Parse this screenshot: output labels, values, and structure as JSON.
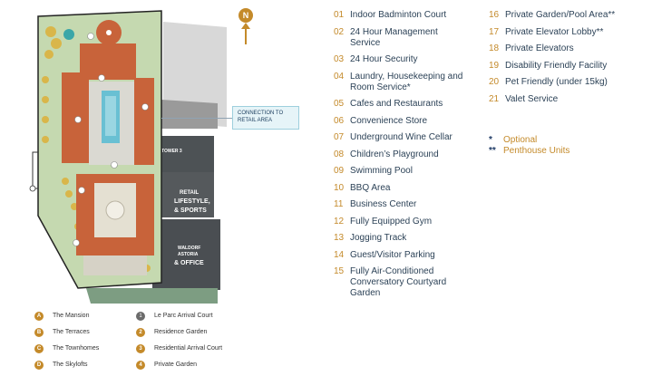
{
  "compass": {
    "label": "N"
  },
  "callout": {
    "line1": "CONNECTION TO",
    "line2": "RETAIL AREA"
  },
  "map_labels": {
    "tower3": "TOWER 3",
    "retail1": "RETAIL",
    "retail2": "LIFESTYLE,",
    "retail3": "& SPORTS",
    "waldorf1": "WALDORF",
    "waldorf2": "ASTORIA",
    "waldorf3": "& OFFICE"
  },
  "facilities_col1": [
    {
      "num": "01",
      "label": "Indoor Badminton Court"
    },
    {
      "num": "02",
      "label": "24 Hour Management Service"
    },
    {
      "num": "03",
      "label": "24 Hour Security"
    },
    {
      "num": "04",
      "label": "Laundry, Housekeeping and Room Service*"
    },
    {
      "num": "05",
      "label": "Cafes and Restaurants"
    },
    {
      "num": "06",
      "label": "Convenience Store"
    },
    {
      "num": "07",
      "label": "Underground Wine Cellar"
    },
    {
      "num": "08",
      "label": "Children’s Playground"
    },
    {
      "num": "09",
      "label": "Swimming Pool"
    },
    {
      "num": "10",
      "label": "BBQ Area"
    },
    {
      "num": "11",
      "label": "Business Center"
    },
    {
      "num": "12",
      "label": "Fully Equipped Gym"
    },
    {
      "num": "13",
      "label": "Jogging Track"
    },
    {
      "num": "14",
      "label": "Guest/Visitor Parking"
    },
    {
      "num": "15",
      "label": "Fully Air-Conditioned Conversatory Courtyard Garden"
    }
  ],
  "facilities_col2": [
    {
      "num": "16",
      "label": "Private Garden/Pool Area**"
    },
    {
      "num": "17",
      "label": "Private Elevator Lobby**"
    },
    {
      "num": "18",
      "label": "Private Elevators"
    },
    {
      "num": "19",
      "label": "Disability Friendly Facility"
    },
    {
      "num": "20",
      "label": "Pet Friendly (under 15kg)"
    },
    {
      "num": "21",
      "label": "Valet Service"
    }
  ],
  "notes": [
    {
      "star": "*",
      "label": "Optional"
    },
    {
      "star": "**",
      "label": "Penthouse Units"
    }
  ],
  "legend_buildings": [
    {
      "code": "A",
      "label": "The Mansion"
    },
    {
      "code": "B",
      "label": "The Terraces"
    },
    {
      "code": "C",
      "label": "The Townhomes"
    },
    {
      "code": "D",
      "label": "The Skylofts"
    }
  ],
  "legend_areas": [
    {
      "code": "1",
      "label": "Le Parc Arrival Court"
    },
    {
      "code": "2",
      "label": "Residence Garden"
    },
    {
      "code": "3",
      "label": "Residential Arrival Court"
    },
    {
      "code": "4",
      "label": "Private Garden"
    }
  ],
  "colors": {
    "accent": "#c48a2a",
    "text": "#2c4257",
    "roof": "#c8633a",
    "grass": "#b7cfa0",
    "building": "#55595c"
  }
}
